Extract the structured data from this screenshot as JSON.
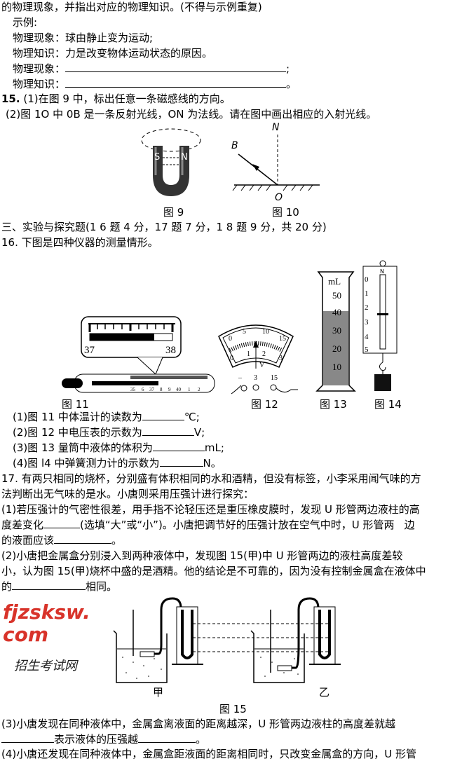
{
  "q14": {
    "intro": "的物理现象，并指出对应的物理知识。(不得与示例重复)",
    "example_label": "示例:",
    "example_phenomenon": "物理现象：球由静止变为运动;",
    "example_knowledge": "物理知识：力是改变物体运动状态的原因。",
    "phenomenon_label": "物理现象：",
    "phenomenon_end": ";",
    "knowledge_label": "物理知识：",
    "knowledge_end": "。"
  },
  "q15": {
    "num": "15.",
    "part1": "(1)在图 9 中，标出任意一条磁感线的方向。",
    "part2": "(2)图 1O 中 0B 是一条反射光线，ON 为法线。请在图中画出相应的入射光线。",
    "fig9": {
      "caption": "图 9",
      "labels": [
        "S",
        "N"
      ]
    },
    "fig10": {
      "caption": "图 10",
      "labels": [
        "N",
        "B",
        "O"
      ]
    }
  },
  "section3": "三、实验与探究题(1 6 题 4 分，17 题 7 分，1 8 题 9 分，共 20 分)",
  "q16": {
    "stem": "16.  下图是四种仪器的测量情形。",
    "fig11": {
      "caption": "图 11",
      "zoom_left": "37",
      "zoom_right": "38",
      "scale": [
        "35",
        "6",
        "37",
        "8",
        "9",
        "40",
        "1",
        "2"
      ]
    },
    "fig12": {
      "caption": "图 12",
      "top_scale": [
        "0",
        "5",
        "10",
        "15"
      ],
      "bottom_scale": [
        "0",
        "1",
        "2",
        "3"
      ],
      "unit": "V",
      "terminals": [
        "–",
        "3",
        "15"
      ]
    },
    "fig13": {
      "caption": "图 13",
      "unit": "mL",
      "scale": [
        "50",
        "40",
        "30",
        "20",
        "10"
      ],
      "level_ml": 40
    },
    "fig14": {
      "caption": "图 14",
      "unit": "N",
      "scale": [
        "0",
        "1",
        "2",
        "3",
        "4",
        "5"
      ],
      "reading_n": 2.6
    },
    "a1": [
      "(1)图 11 中体温计的读数为",
      "℃;"
    ],
    "a2": [
      "(2)图 12 中电压表的示数为",
      "V;"
    ],
    "a3": [
      "(3)图 13 量筒中液体的体积为",
      "mL;"
    ],
    "a4": [
      "(4)图 l4 中弹簧测力计的示数为",
      "N。"
    ]
  },
  "q17": {
    "l1": "17. 有两只相同的烧杯，分别盛有体积相同的水和酒精，但没有标签，小李采用闻气味的方",
    "l2": "法判断出无气味的是水。小唐则采用压强计进行探究：",
    "l3": "(1)若压强计的气密性很差，用手指不论轻压还是重压橡皮膜时，发现 U 形管两边液柱的高",
    "l4a": "度差变化",
    "l4b": "(选填“大”或“小”)。小唐把调节好的压强计放在空气中时，U 形管两",
    "l4c": "边",
    "l5a": "的液面应该",
    "l5b": "。",
    "l6": "(2)小唐把金属盒分别浸入到两种液体中，发现图  15(甲)中  U  形管两边的液柱高度差较",
    "l7": "小，认为图 15(甲)烧杯中盛的是酒精。他的结论是不可靠的，因为没有控制金属盒在液体中",
    "l8a": "的",
    "l8b": "相同。",
    "fig15": {
      "caption": "图 15",
      "left_label": "甲",
      "right_label": "乙"
    },
    "l9": "(3)小唐发现在同种液体中，金属盒离液面的距离越深，U  形管两边液柱的高度差就越",
    "l10a": "表示液体的压强越",
    "l10b": "。",
    "l11": "(4)小唐还发现在同种液体中，金属盒距液面的距离相同时，只改变金属盒的方向，U 形管"
  },
  "watermark": {
    "site": "fjzsksw.com",
    "name": "招生考试网"
  }
}
